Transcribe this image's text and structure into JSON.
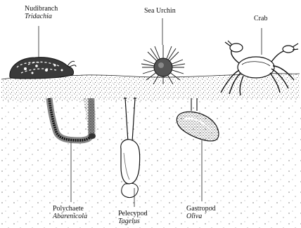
{
  "labels": {
    "nudibranch": {
      "common": "Nudibranch",
      "genus": "Tridachia"
    },
    "sea_urchin": {
      "common": "Sea Urchin"
    },
    "crab": {
      "common": "Crab"
    },
    "polychaete": {
      "common": "Polychaete",
      "genus": "Abarenicola"
    },
    "pelecypod": {
      "common": "Pelecypod",
      "genus": "Tagelus"
    },
    "gastropod": {
      "common": "Gastropod",
      "genus": "Oliva"
    }
  }
}
